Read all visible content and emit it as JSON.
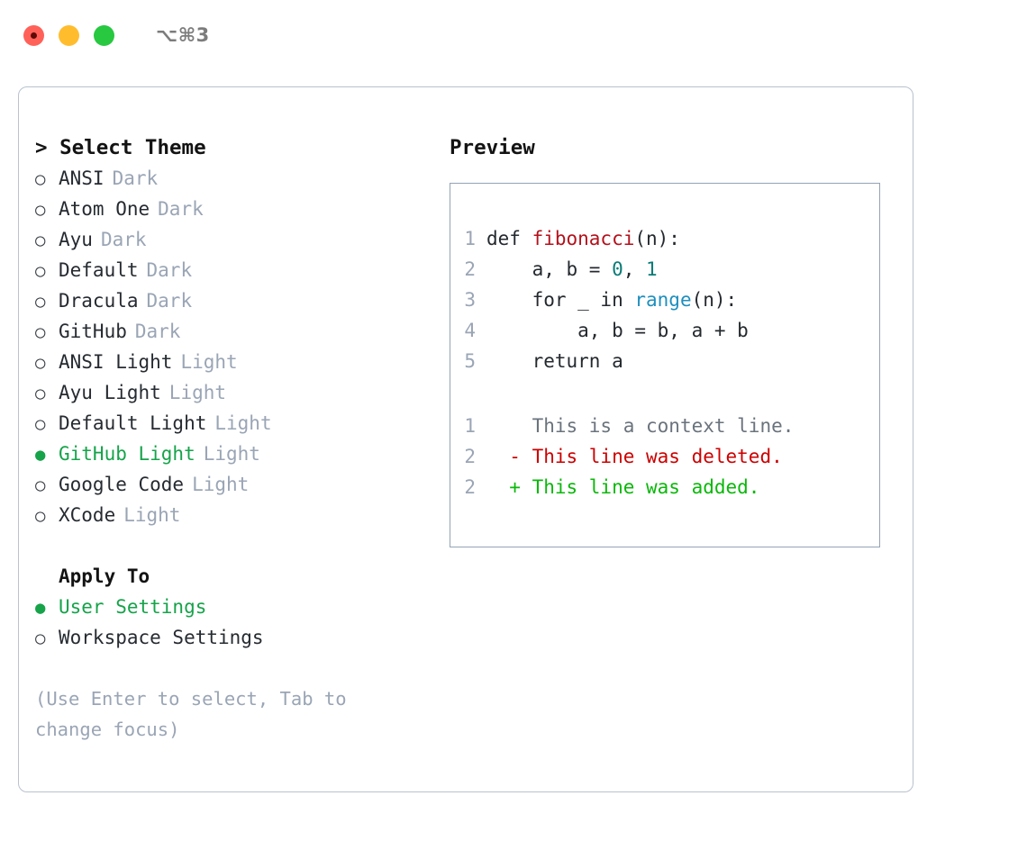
{
  "window": {
    "shortcut": "⌥⌘3",
    "traffic_lights": [
      "close-red",
      "minimize-yellow",
      "zoom-green"
    ]
  },
  "theme_picker": {
    "heading": "> Select Theme",
    "bullet_selected": "●",
    "bullet_unselected": "○",
    "items": [
      {
        "label": "ANSI",
        "tag": "Dark",
        "selected": false
      },
      {
        "label": "Atom One",
        "tag": "Dark",
        "selected": false
      },
      {
        "label": "Ayu",
        "tag": "Dark",
        "selected": false
      },
      {
        "label": "Default",
        "tag": "Dark",
        "selected": false
      },
      {
        "label": "Dracula",
        "tag": "Dark",
        "selected": false
      },
      {
        "label": "GitHub",
        "tag": "Dark",
        "selected": false
      },
      {
        "label": "ANSI Light",
        "tag": "Light",
        "selected": false
      },
      {
        "label": "Ayu Light",
        "tag": "Light",
        "selected": false
      },
      {
        "label": "Default Light",
        "tag": "Light",
        "selected": false
      },
      {
        "label": "GitHub Light",
        "tag": "Light",
        "selected": true
      },
      {
        "label": "Google Code",
        "tag": "Light",
        "selected": false
      },
      {
        "label": "XCode",
        "tag": "Light",
        "selected": false
      }
    ]
  },
  "apply_to": {
    "heading": "Apply To",
    "items": [
      {
        "label": "User Settings",
        "selected": true
      },
      {
        "label": "Workspace Settings",
        "selected": false
      }
    ]
  },
  "hint": "(Use Enter to select, Tab to change focus)",
  "preview": {
    "title": "Preview",
    "code_lines": [
      {
        "no": "1",
        "segments": [
          {
            "text": "def ",
            "kind": "plain"
          },
          {
            "text": "fibonacci",
            "kind": "fn"
          },
          {
            "text": "(n):",
            "kind": "plain"
          }
        ]
      },
      {
        "no": "2",
        "segments": [
          {
            "text": "    a, b = ",
            "kind": "plain"
          },
          {
            "text": "0",
            "kind": "num"
          },
          {
            "text": ", ",
            "kind": "plain"
          },
          {
            "text": "1",
            "kind": "num"
          }
        ]
      },
      {
        "no": "3",
        "segments": [
          {
            "text": "    for _ in ",
            "kind": "plain"
          },
          {
            "text": "range",
            "kind": "call"
          },
          {
            "text": "(n):",
            "kind": "plain"
          }
        ]
      },
      {
        "no": "4",
        "segments": [
          {
            "text": "        a, b = b, a + b",
            "kind": "plain"
          }
        ]
      },
      {
        "no": "5",
        "segments": [
          {
            "text": "    return a",
            "kind": "plain"
          }
        ]
      }
    ],
    "diff_lines": [
      {
        "no": "1",
        "marker": " ",
        "text": "This is a context line.",
        "kind": "ctx"
      },
      {
        "no": "2",
        "marker": "-",
        "text": "This line was deleted.",
        "kind": "del"
      },
      {
        "no": "2",
        "marker": "+",
        "text": "This line was added.",
        "kind": "add"
      }
    ]
  },
  "colors": {
    "accent_green": "#16a34a",
    "tag_gray": "#9aa5b5",
    "panel_border": "#b9c2cf",
    "preview_border": "#94a3b4",
    "diff_added": "#0ab80a",
    "diff_deleted": "#cc0000",
    "diff_context": "#6a737d",
    "syntax_function": "#b3111b",
    "syntax_number": "#0a7b77",
    "syntax_builtin": "#1e8fbe"
  }
}
